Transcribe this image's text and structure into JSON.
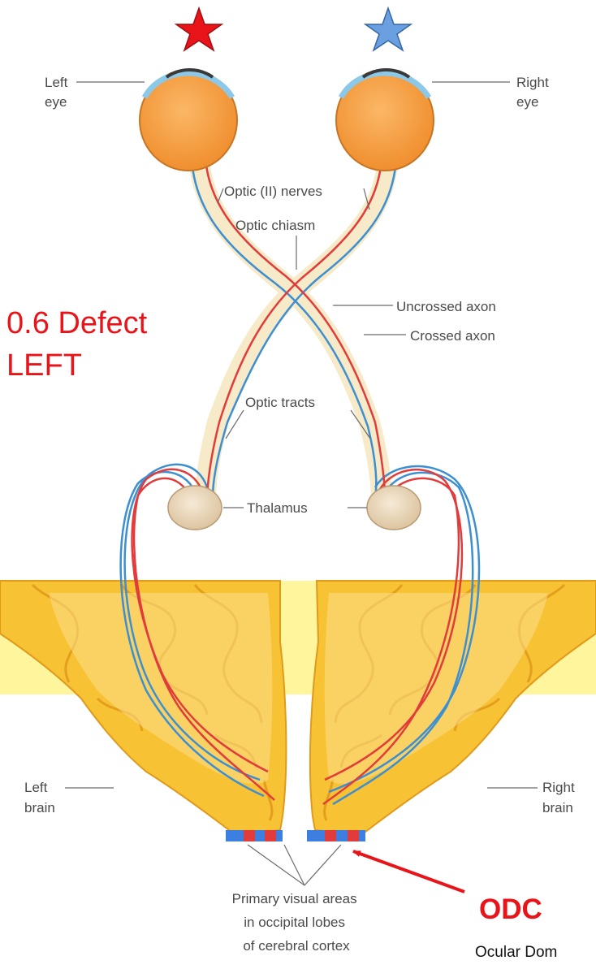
{
  "labels": {
    "left_eye": [
      "Left",
      "eye"
    ],
    "right_eye": [
      "Right",
      "eye"
    ],
    "optic_nerves": "Optic (II) nerves",
    "optic_chiasm": "Optic chiasm",
    "uncrossed_axon": "Uncrossed axon",
    "crossed_axon": "Crossed axon",
    "optic_tracts": "Optic tracts",
    "thalamus": "Thalamus",
    "left_brain": [
      "Left",
      "brain"
    ],
    "right_brain": [
      "Right",
      "brain"
    ],
    "primary_visual": [
      "Primary visual areas",
      "in occipital lobes",
      "of cerebral cortex"
    ]
  },
  "annotations": {
    "defect_line1": "0.6 Defect",
    "defect_line2": "LEFT",
    "odc": "ODC",
    "odc_caption": "Ocular Dom"
  },
  "markers": {
    "left_star": "red-star-icon",
    "right_star": "blue-star-icon"
  },
  "colors": {
    "red_star": "#e8141a",
    "blue_star": "#6a9fe0",
    "red_axon": "#e23b3b",
    "blue_axon": "#3d8fd1",
    "eyeball": "#f59a3c",
    "cortex": "#f7c233",
    "cortex_light": "#fff59d",
    "nerve": "#f6eac8",
    "annotation": "#e8141a"
  }
}
